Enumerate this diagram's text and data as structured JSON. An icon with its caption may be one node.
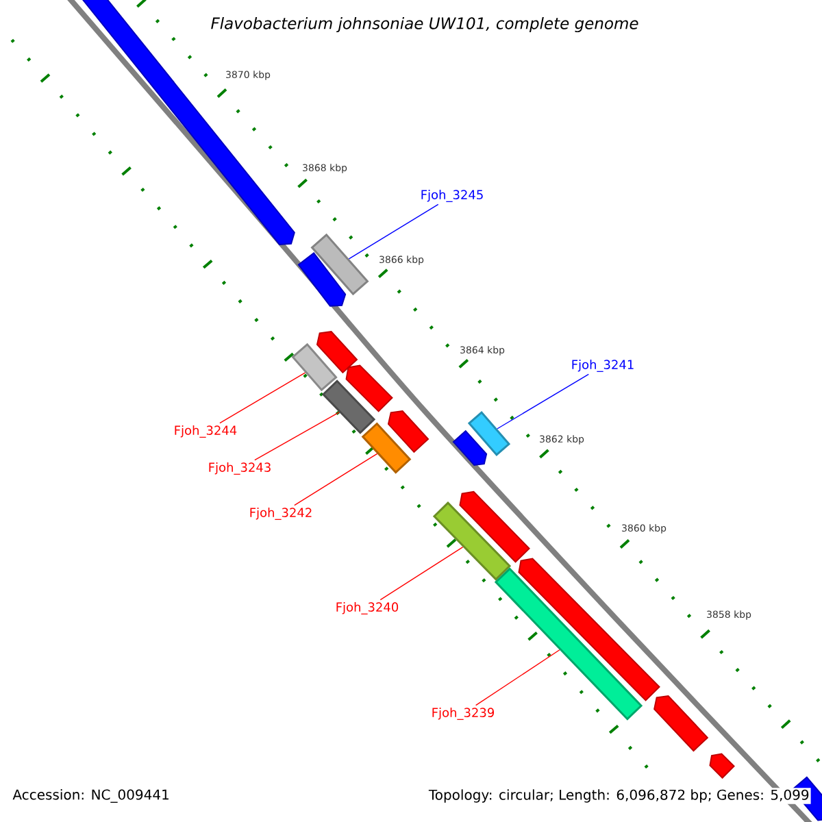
{
  "diagram": {
    "title": "Flavobacterium johnsoniae UW101, complete genome",
    "nodes": [
      {
        "text": [
          "Fjoh_3245"
        ]
      },
      {
        "text": [
          "Fjoh_3241"
        ]
      },
      {
        "text": [
          "Fjoh_3244"
        ]
      },
      {
        "text": [
          "Fjoh_3243"
        ]
      },
      {
        "text": [
          "Fjoh_3242"
        ]
      },
      {
        "text": [
          "Fjoh_3240"
        ]
      },
      {
        "text": [
          "Fjoh_3239"
        ]
      },
      {
        "text": [],
        "shape": "pentagon"
      },
      {
        "text": [],
        "shape": "pentagon"
      },
      {
        "text": [],
        "shape": "bar"
      },
      {
        "text": [],
        "shape": "pentagon"
      },
      {
        "text": [],
        "shape": "bar"
      },
      {
        "text": [],
        "shape": "pentagon"
      },
      {
        "text": [],
        "shape": "bar"
      },
      {
        "text": [],
        "shape": "pentagon"
      },
      {
        "text": [],
        "shape": "bar"
      },
      {
        "text": [],
        "shape": "bar"
      },
      {
        "text": [],
        "shape": "pentagon"
      },
      {
        "text": [],
        "shape": "pentagon"
      },
      {
        "text": [],
        "shape": "bar"
      },
      {
        "text": [],
        "shape": "bar"
      },
      {
        "text": [],
        "shape": "pentagon"
      },
      {
        "text": [],
        "shape": "pentagon"
      },
      {
        "text": [],
        "shape": "pentagon"
      },
      {
        "text": [],
        "shape": "pentagon"
      }
    ],
    "edges": [
      {
        "from": 0,
        "to": 9,
        "arrow": "none",
        "color": "#0000ff"
      },
      {
        "from": 1,
        "to": 16,
        "arrow": "none",
        "color": "#0000ff"
      },
      {
        "from": 2,
        "to": 11,
        "arrow": "none"
      },
      {
        "from": 3,
        "to": 13,
        "arrow": "none"
      },
      {
        "from": 4,
        "to": 15,
        "arrow": "none"
      },
      {
        "from": 5,
        "to": 19,
        "arrow": "none"
      },
      {
        "from": 6,
        "to": 20,
        "arrow": "none"
      }
    ],
    "labels": [
      "3870 kbp",
      "3868 kbp",
      "3866 kbp",
      "3864 kbp",
      "3862 kbp",
      "3860 kbp",
      "3858 kbp",
      "Accession: NC_009441",
      "Topology: circular; Length: 6,096,872 bp; Genes: 5,099"
    ]
  }
}
